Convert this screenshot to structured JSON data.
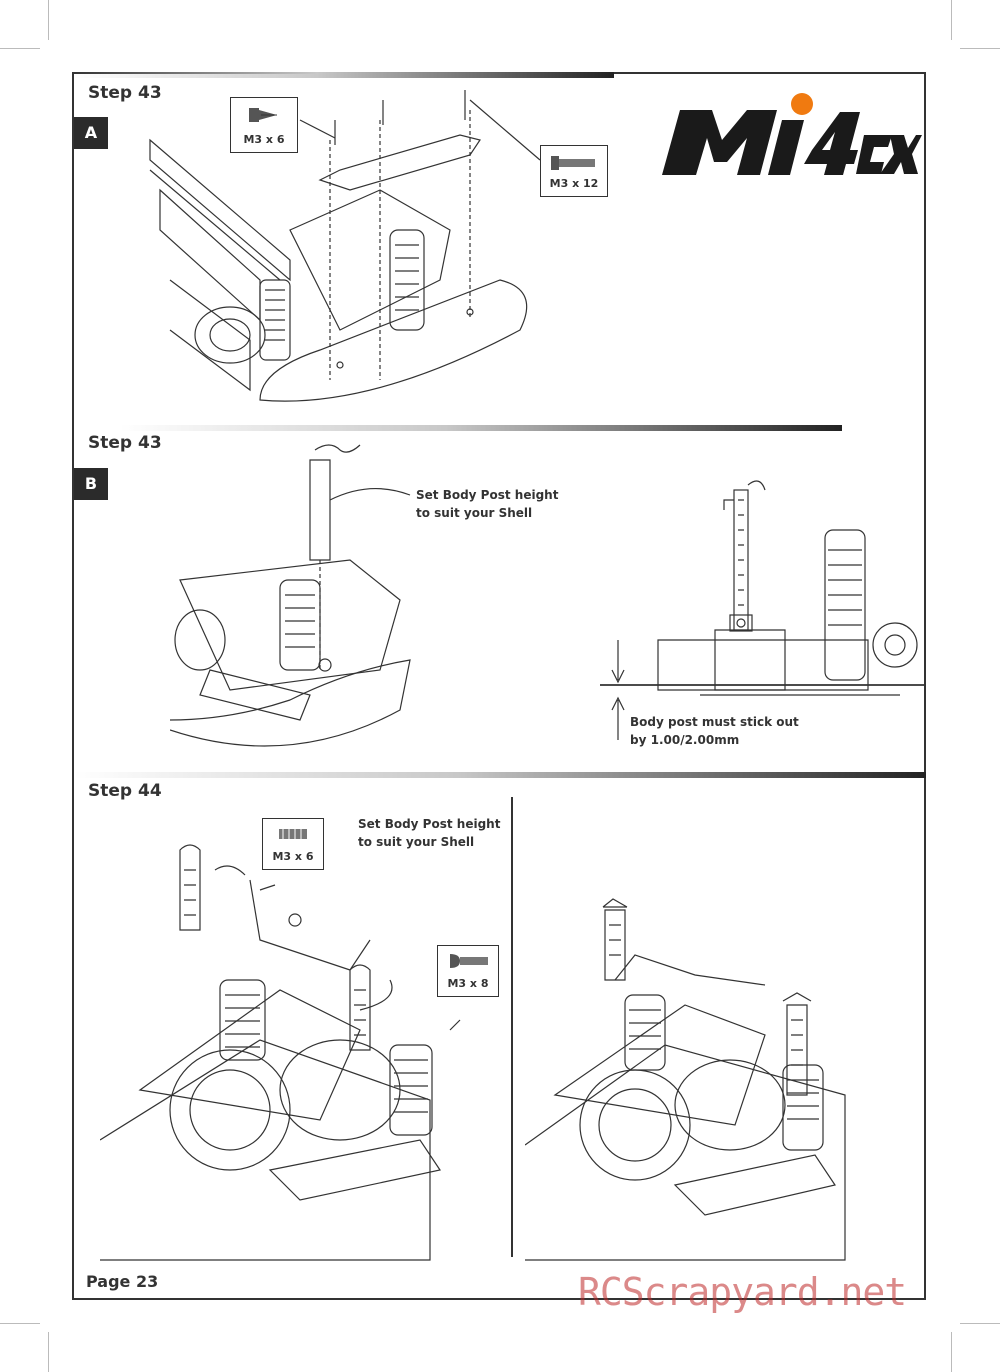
{
  "logo_text": "MI4CX",
  "steps": [
    {
      "label": "Step 43",
      "sub": "A",
      "screws": [
        "M3 x 6",
        "M3 x 12"
      ]
    },
    {
      "label": "Step 43",
      "sub": "B",
      "notes": [
        "Set Body Post height to suit your Shell",
        "Body post must stick out by 1.00/2.00mm"
      ]
    },
    {
      "label": "Step 44",
      "screws": [
        "M3 x 6",
        "M3 x 8"
      ],
      "notes": [
        "Set Body Post height to suit your Shell"
      ]
    }
  ],
  "page_label": "Page 23",
  "watermark": "RCScrapyard.net"
}
